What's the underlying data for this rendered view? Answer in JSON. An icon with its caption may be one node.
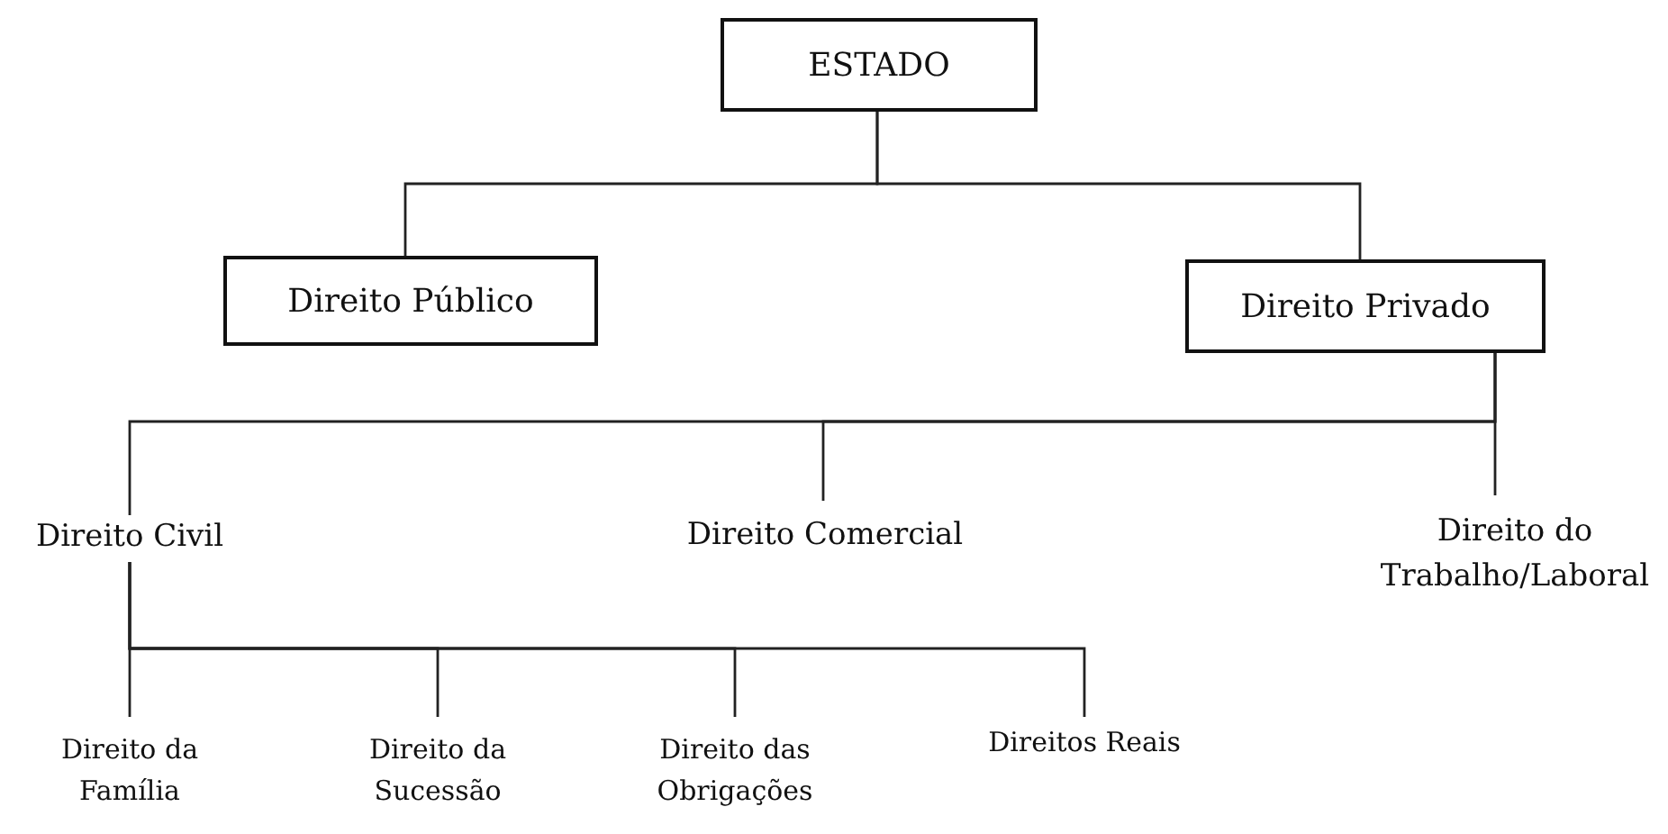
{
  "diagram": {
    "nodes": [
      {
        "text": [
          "ESTADO"
        ]
      },
      {
        "text": [
          "Direito Público"
        ]
      },
      {
        "text": [
          "Direito Privado"
        ]
      },
      {
        "text": [
          "Direito Civil"
        ]
      },
      {
        "text": [
          "Direito Comercial"
        ]
      },
      {
        "text": [
          "Direito do Trabalho/Laboral"
        ]
      },
      {
        "text": [
          "Direito da Família"
        ]
      },
      {
        "text": [
          "Direito da Sucessão"
        ]
      },
      {
        "text": [
          "Direito das Obrigações"
        ]
      },
      {
        "text": [
          "Direitos Reais"
        ]
      }
    ],
    "edges": [
      {
        "from": 0,
        "to": 1,
        "arrow": "none"
      },
      {
        "from": 0,
        "to": 2,
        "arrow": "none"
      },
      {
        "from": 2,
        "to": 3,
        "arrow": "none"
      },
      {
        "from": 2,
        "to": 4,
        "arrow": "none"
      },
      {
        "from": 2,
        "to": 5,
        "arrow": "none"
      },
      {
        "from": 3,
        "to": 6,
        "arrow": "none"
      },
      {
        "from": 3,
        "to": 7,
        "arrow": "none"
      },
      {
        "from": 3,
        "to": 8,
        "arrow": "none"
      },
      {
        "from": 3,
        "to": 9,
        "arrow": "none"
      }
    ]
  }
}
